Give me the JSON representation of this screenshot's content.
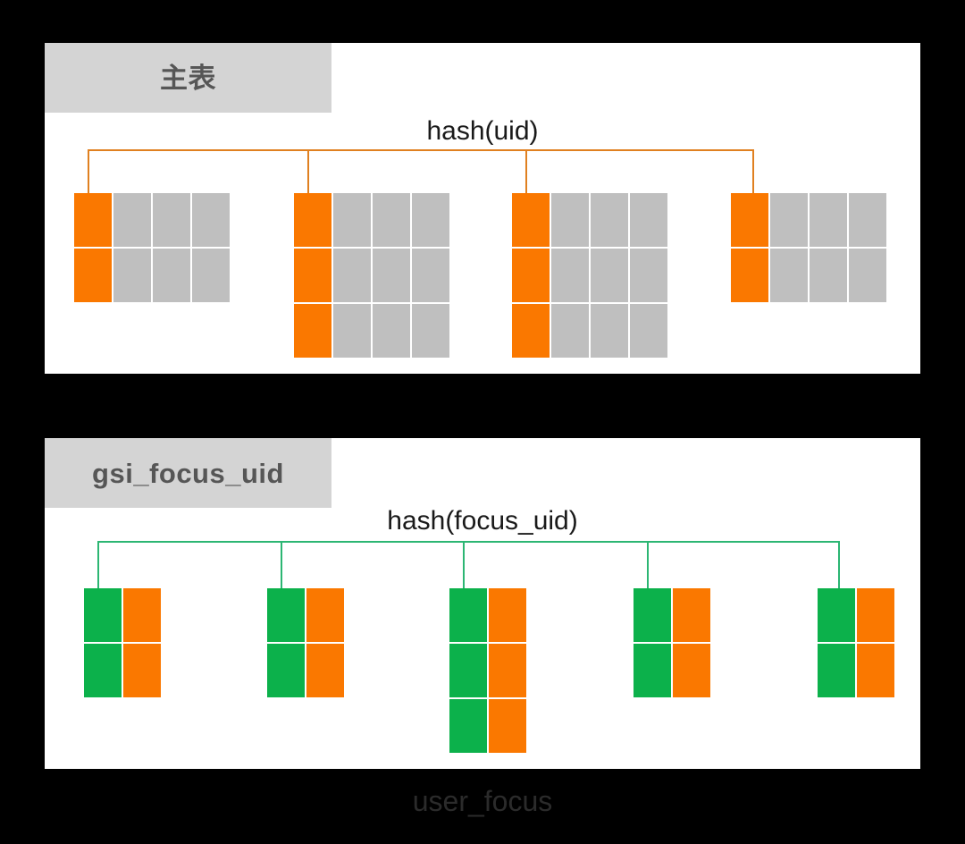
{
  "background_color": "#000000",
  "panel_color": "#ffffff",
  "colors": {
    "key_orange": "#fa7800",
    "gray_cell": "#bfbfbf",
    "green": "#0cb14b",
    "header_gray": "#d4d4d4",
    "header_text": "#565656",
    "connector_orange": "#e08020",
    "connector_green": "#2cb673",
    "caption_text": "#2b2b2b"
  },
  "main_table": {
    "header_label": "主表",
    "hash_label": "hash(uid)",
    "partitions": [
      {
        "rows": 2,
        "columns": [
          "key",
          "data",
          "data",
          "data"
        ]
      },
      {
        "rows": 3,
        "columns": [
          "key",
          "data",
          "data",
          "data"
        ]
      },
      {
        "rows": 3,
        "columns": [
          "key",
          "data",
          "data",
          "data"
        ]
      },
      {
        "rows": 2,
        "columns": [
          "key",
          "data",
          "data",
          "data"
        ]
      }
    ]
  },
  "gsi_table": {
    "header_label": "gsi_focus_uid",
    "hash_label": "hash(focus_uid)",
    "partitions": [
      {
        "rows": 2,
        "columns": [
          "key",
          "value"
        ]
      },
      {
        "rows": 2,
        "columns": [
          "key",
          "value"
        ]
      },
      {
        "rows": 3,
        "columns": [
          "key",
          "value"
        ]
      },
      {
        "rows": 2,
        "columns": [
          "key",
          "value"
        ]
      },
      {
        "rows": 2,
        "columns": [
          "key",
          "value"
        ]
      }
    ]
  },
  "caption": "user_focus"
}
